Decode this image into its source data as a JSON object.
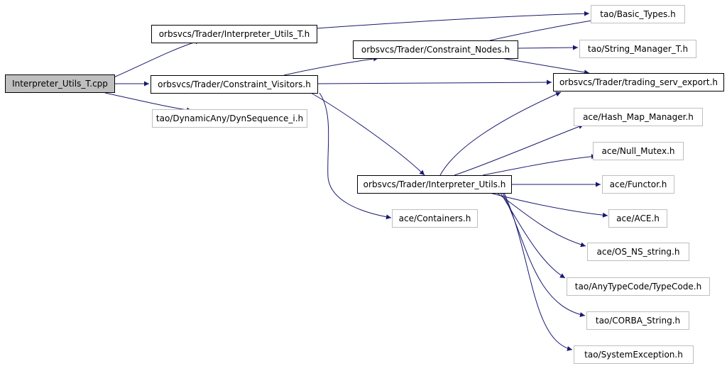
{
  "nodes": {
    "root": {
      "label": "Interpreter_Utils_T.cpp",
      "style": "root"
    },
    "iut_h": {
      "label": "orbsvcs/Trader/Interpreter_Utils_T.h",
      "style": "solid"
    },
    "cv_h": {
      "label": "orbsvcs/Trader/Constraint_Visitors.h",
      "style": "solid"
    },
    "dynseq": {
      "label": "tao/DynamicAny/DynSequence_i.h",
      "style": "external"
    },
    "basic": {
      "label": "tao/Basic_Types.h",
      "style": "external"
    },
    "cn_h": {
      "label": "orbsvcs/Trader/Constraint_Nodes.h",
      "style": "solid"
    },
    "strmgr": {
      "label": "tao/String_Manager_T.h",
      "style": "external"
    },
    "tse": {
      "label": "orbsvcs/Trader/trading_serv_export.h",
      "style": "solid"
    },
    "hashmap": {
      "label": "ace/Hash_Map_Manager.h",
      "style": "external"
    },
    "nullmutex": {
      "label": "ace/Null_Mutex.h",
      "style": "external"
    },
    "iu_h": {
      "label": "orbsvcs/Trader/Interpreter_Utils.h",
      "style": "solid"
    },
    "functor": {
      "label": "ace/Functor.h",
      "style": "external"
    },
    "containers": {
      "label": "ace/Containers.h",
      "style": "external"
    },
    "ace": {
      "label": "ace/ACE.h",
      "style": "external"
    },
    "osns": {
      "label": "ace/OS_NS_string.h",
      "style": "external"
    },
    "typecode": {
      "label": "tao/AnyTypeCode/TypeCode.h",
      "style": "external"
    },
    "corbastr": {
      "label": "tao/CORBA_String.h",
      "style": "external"
    },
    "sysexc": {
      "label": "tao/SystemException.h",
      "style": "external"
    }
  },
  "colors": {
    "edge": "#191970",
    "root_fill": "#bfbfbf",
    "solid_border": "#000000",
    "external_border": "#bfbfbf",
    "background": "#ffffff"
  }
}
